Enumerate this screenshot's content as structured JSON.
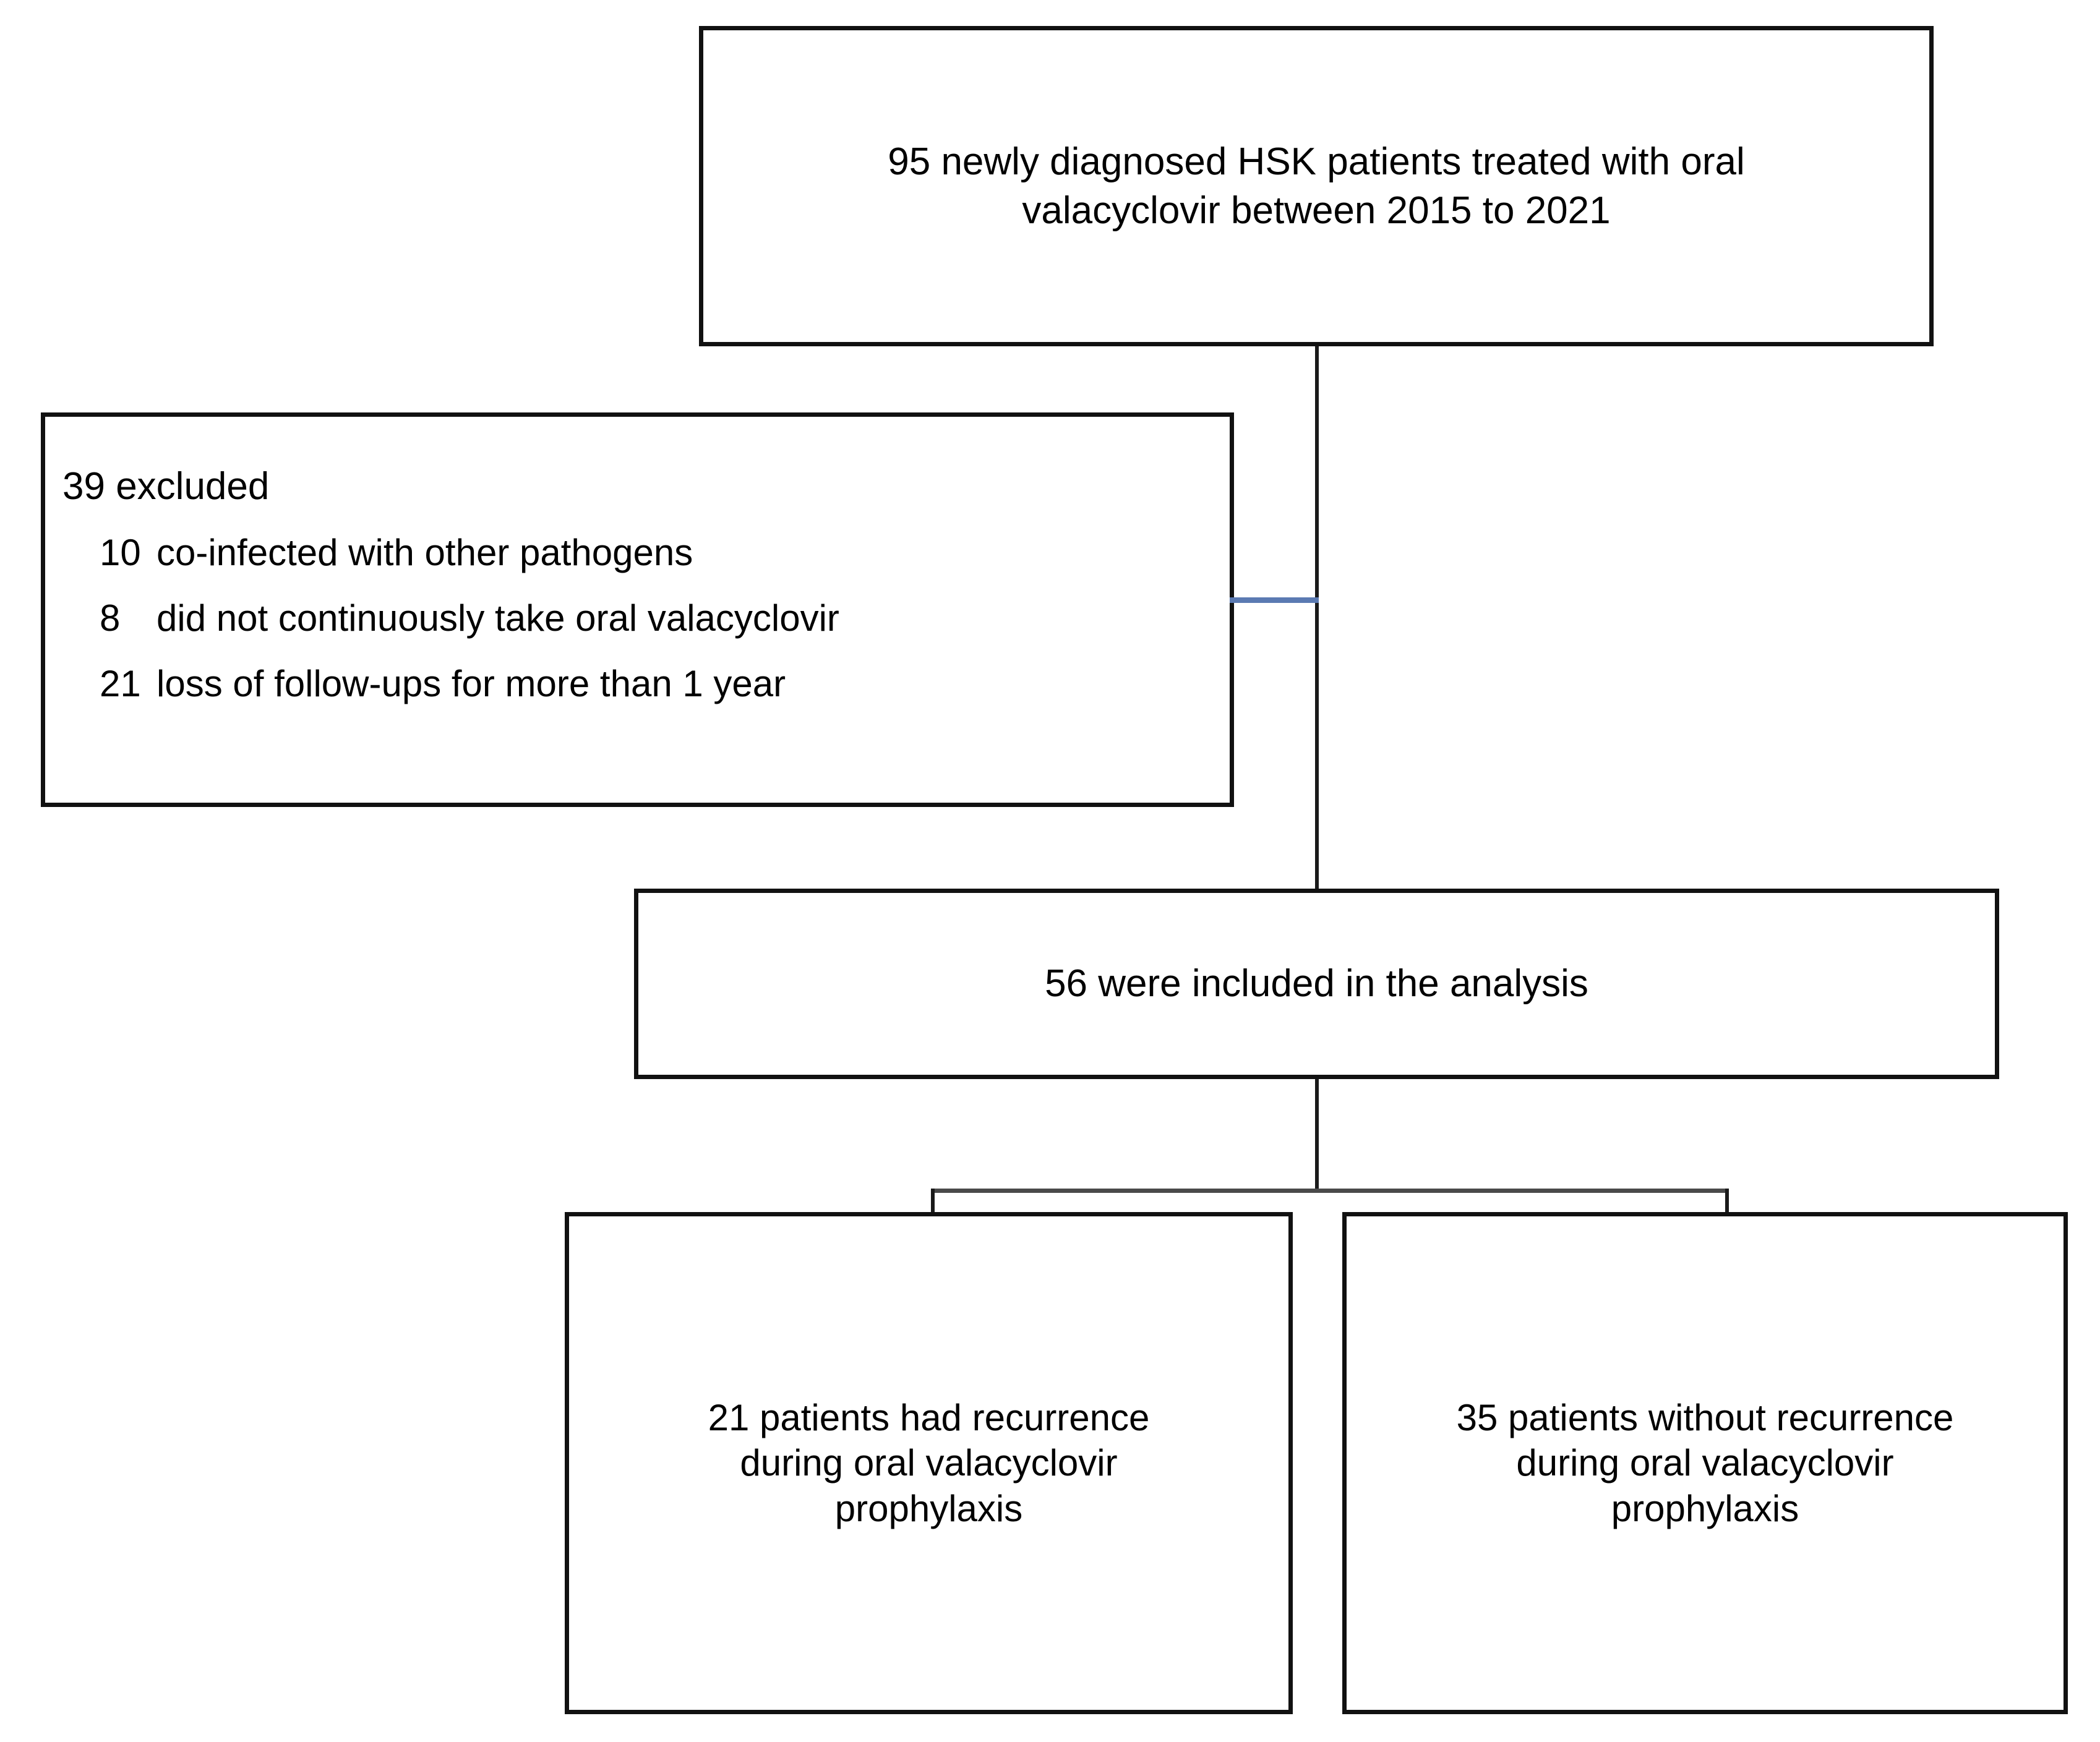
{
  "figure": {
    "type": "flowchart",
    "orientation": "top-down",
    "accent_colors": {
      "box_border": "#111111",
      "connector": "#1a1a1a",
      "excluded_connector": "#5b7ab2",
      "split_bar": "#4a4a4a",
      "background": "#ffffff",
      "text": "#000000"
    }
  },
  "nodes": {
    "enrolled": {
      "label": "95 newly  diagnosed HSK patients treated with oral\nvalacyclovir  between 2015 to 2021",
      "count": 95
    },
    "excluded": {
      "title": "39 excluded",
      "count": 39,
      "reasons": [
        {
          "count": "10",
          "label": "co-infected with other pathogens"
        },
        {
          "count": "8",
          "label": "did not continuously take oral valacyclovir"
        },
        {
          "count": "21",
          "label": "loss of follow-ups for more than 1 year"
        }
      ]
    },
    "included": {
      "label": "56 were included in the analysis",
      "count": 56
    },
    "recurrence": {
      "label": "21 patients had recurrence\nduring oral valacyclovir\nprophylaxis",
      "count": 21
    },
    "no_recurrence": {
      "label": "35 patients without recurrence\nduring oral valacyclovir\nprophylaxis",
      "count": 35
    }
  },
  "edges": [
    {
      "from": "enrolled",
      "to": "included",
      "style": "solid-vertical"
    },
    {
      "from": "enrolled",
      "to": "excluded",
      "style": "solid-horizontal-blue"
    },
    {
      "from": "included",
      "to": "recurrence",
      "style": "solid-split"
    },
    {
      "from": "included",
      "to": "no_recurrence",
      "style": "solid-split"
    }
  ]
}
